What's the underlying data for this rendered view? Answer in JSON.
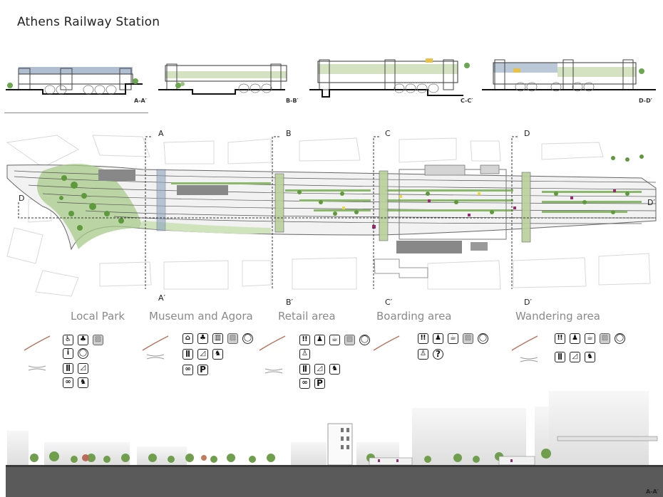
{
  "title": "Athens Railway Station",
  "sections": [
    {
      "label": "A-A′"
    },
    {
      "label": "B-B′"
    },
    {
      "label": "C-C′"
    },
    {
      "label": "D-D′"
    }
  ],
  "cut_markers": {
    "top": [
      "A",
      "B",
      "C",
      "D"
    ],
    "bottom": [
      "A′",
      "B′",
      "C′",
      "D′"
    ],
    "side_left": "D",
    "side_right": "D′"
  },
  "zones": [
    {
      "name": "Local Park"
    },
    {
      "name": "Museum and Agora"
    },
    {
      "name": "Retail area"
    },
    {
      "name": "Boarding area"
    },
    {
      "name": "Wandering area"
    }
  ],
  "icon_glyphs": {
    "toilet": "♿",
    "tree": "♣",
    "bench": "▨",
    "information": "i",
    "pin": "◯",
    "food": "ǁ",
    "sun-lounger": "◿",
    "dog": "♞",
    "bicycle": "∞",
    "museum": "⌂",
    "bin": "▥",
    "wc": "ǃǃ",
    "kiosk": "♟",
    "coffee": "☕",
    "parking": "P",
    "family": "♙",
    "help": "?"
  },
  "long_section_label": "A-A′",
  "colors": {
    "structure_green": "#b9cf9a",
    "roof_blue": "#8da3be",
    "tree_green": "#5e9a3c",
    "light_green": "#a8c98a",
    "magenta": "#9b2a6e",
    "ground": "#5a5a5a"
  }
}
